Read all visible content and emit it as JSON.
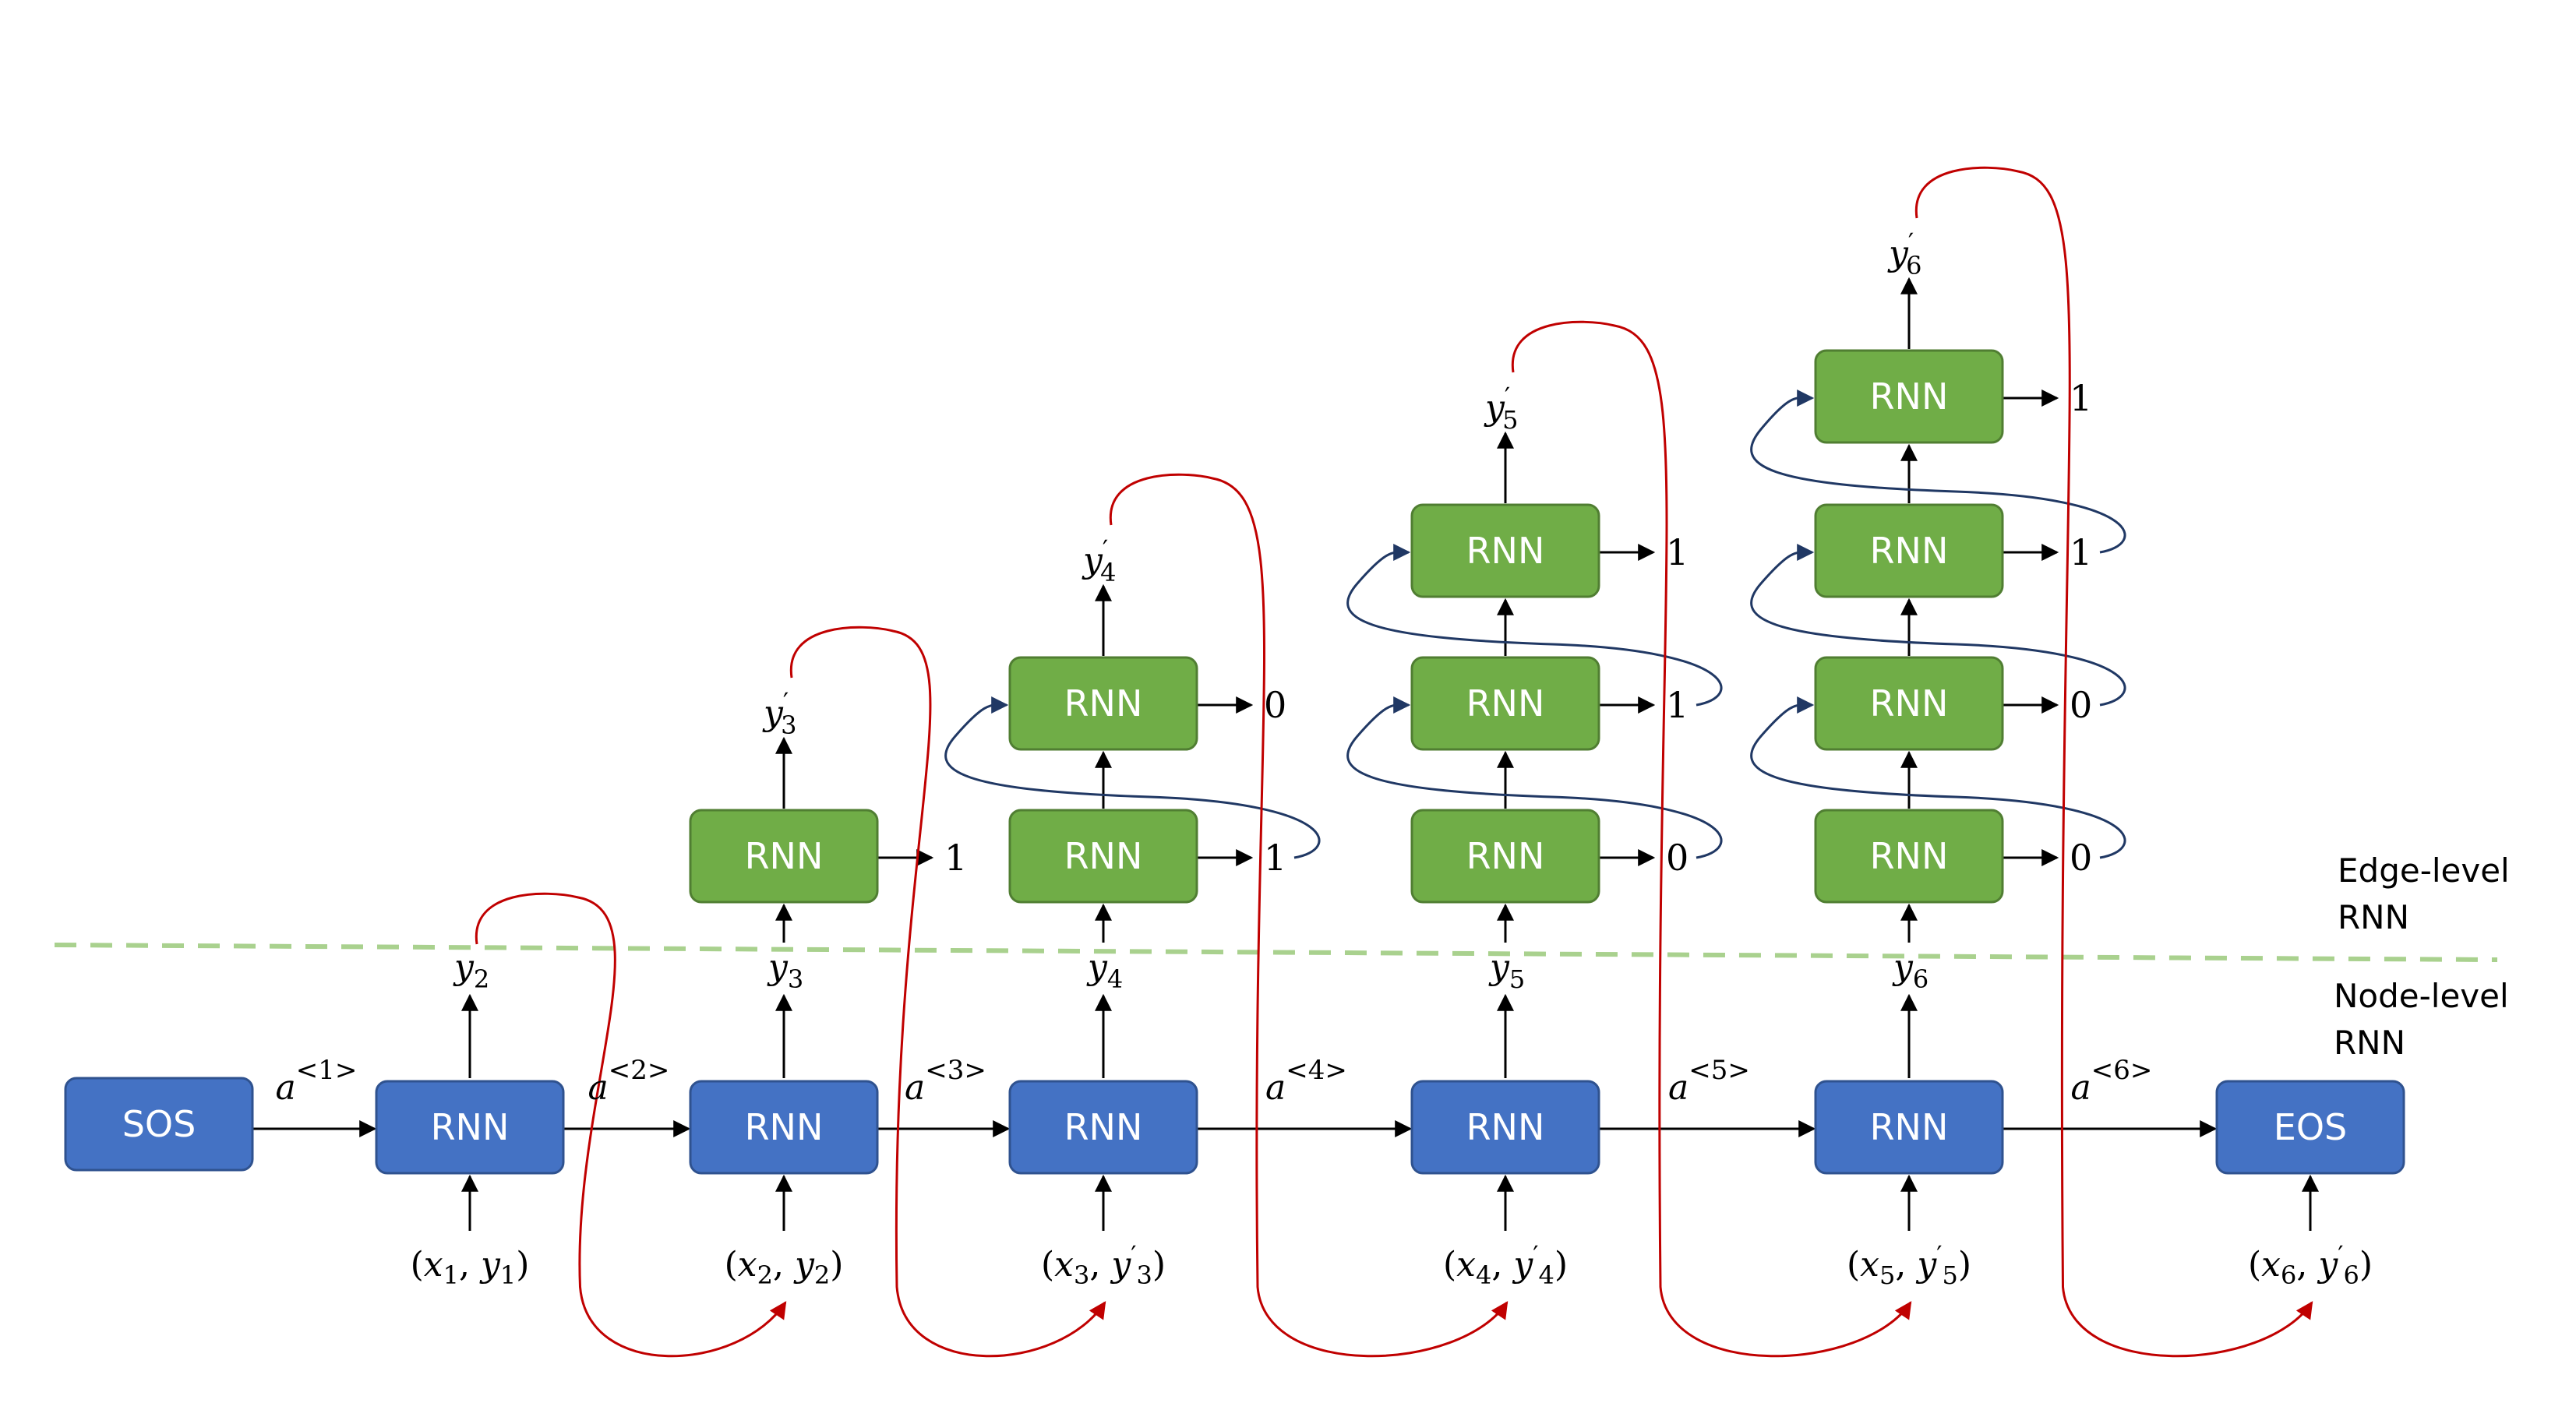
{
  "colors": {
    "node_rnn": "#4472C4",
    "node_rnn_stroke": "#2F528F",
    "edge_rnn": "#70AD47",
    "edge_rnn_stroke": "#507E32",
    "red_arrow": "#C00000",
    "navy_arrow": "#203864",
    "divider": "#A9D18E"
  },
  "labels": {
    "rnn": "RNN",
    "sos": "SOS",
    "eos": "EOS",
    "edge_level": "Edge-level",
    "node_level": "Node-level",
    "rnn_word": "RNN"
  },
  "hidden_states": [
    {
      "base": "a",
      "sup": "<1>"
    },
    {
      "base": "a",
      "sup": "<2>"
    },
    {
      "base": "a",
      "sup": "<3>"
    },
    {
      "base": "a",
      "sup": "<4>"
    },
    {
      "base": "a",
      "sup": "<5>"
    },
    {
      "base": "a",
      "sup": "<6>"
    }
  ],
  "node_inputs": [
    {
      "x": "x",
      "xs": "1",
      "y": "y",
      "ys": "1",
      "prime": ""
    },
    {
      "x": "x",
      "xs": "2",
      "y": "y",
      "ys": "2",
      "prime": ""
    },
    {
      "x": "x",
      "xs": "3",
      "y": "y",
      "ys": "3",
      "prime": "′"
    },
    {
      "x": "x",
      "xs": "4",
      "y": "y",
      "ys": "4",
      "prime": "′"
    },
    {
      "x": "x",
      "xs": "5",
      "y": "y",
      "ys": "5",
      "prime": "′"
    },
    {
      "x": "x",
      "xs": "6",
      "y": "y",
      "ys": "6",
      "prime": "′"
    }
  ],
  "node_outputs": [
    {
      "base": "y",
      "sub": "2"
    },
    {
      "base": "y",
      "sub": "3"
    },
    {
      "base": "y",
      "sub": "4"
    },
    {
      "base": "y",
      "sub": "5"
    },
    {
      "base": "y",
      "sub": "6"
    }
  ],
  "edge_outputs": [
    {
      "base": "y",
      "sub": "3",
      "prime": "′"
    },
    {
      "base": "y",
      "sub": "4",
      "prime": "′"
    },
    {
      "base": "y",
      "sub": "5",
      "prime": "′"
    },
    {
      "base": "y",
      "sub": "6",
      "prime": "′"
    }
  ],
  "edge_values": [
    [
      "1"
    ],
    [
      "1",
      "0"
    ],
    [
      "0",
      "1",
      "1"
    ],
    [
      "0",
      "0",
      "1",
      "1"
    ]
  ]
}
